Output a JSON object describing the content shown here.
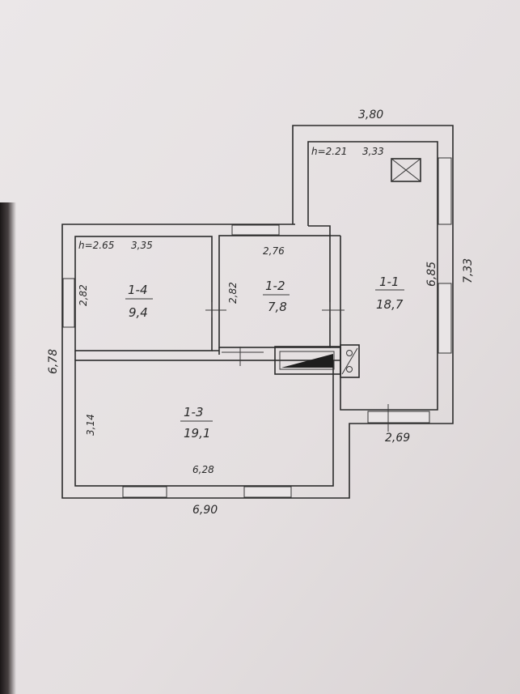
{
  "colors": {
    "paper": "#e6e1e2",
    "ink": "#2b2b2b",
    "shadow": "#1a1616"
  },
  "plan": {
    "dims": {
      "top_width": "3,80",
      "outer_right": "7,33",
      "outer_left": "6,78",
      "bottom_width": "6,90",
      "bottom_right_step": "2,69",
      "left_wing_top_wall": "2,76"
    },
    "rooms": [
      {
        "id": "1-1",
        "area": "18,7",
        "height": "h=2.21",
        "width": "3,33",
        "length": "6,85"
      },
      {
        "id": "1-2",
        "area": "7,8",
        "length": "2,82"
      },
      {
        "id": "1-3",
        "area": "19,1",
        "width": "6,28",
        "length": "3,14"
      },
      {
        "id": "1-4",
        "area": "9,4",
        "height": "h=2.65",
        "width": "3,35",
        "length": "2,82"
      }
    ]
  }
}
